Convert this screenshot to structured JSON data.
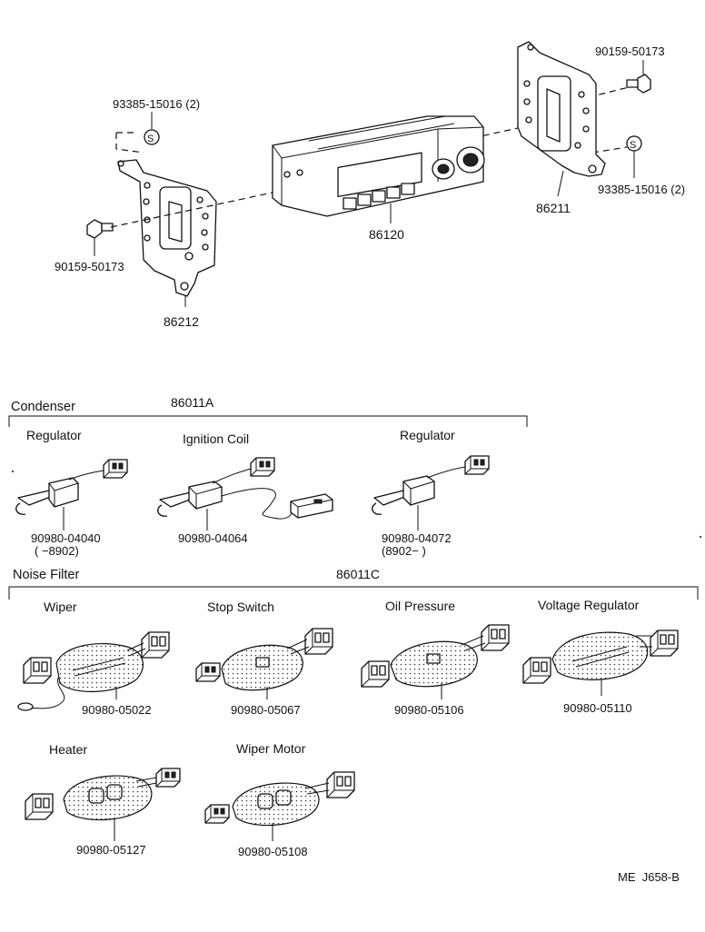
{
  "top": {
    "bolt_part_left": "90159-50173",
    "washer_part_left": "93385-15016 (2)",
    "bracket_left": "86212",
    "radio": "86120",
    "bolt_part_right": "90159-50173",
    "washer_part_right": "93385-15016 (2)",
    "bracket_right": "86211"
  },
  "condenser": {
    "title": "Condenser",
    "kit": "86011A",
    "items": [
      {
        "label": "Regulator",
        "part": "90980-04040",
        "range": "(      −8902)"
      },
      {
        "label": "Ignition Coil",
        "part": "90980-04064"
      },
      {
        "label": "Regulator",
        "part": "90980-04072",
        "range": "(8902−      )"
      }
    ]
  },
  "noise_filter": {
    "title": "Noise Filter",
    "kit": "86011C",
    "items": [
      {
        "label": "Wiper",
        "part": "90980-05022"
      },
      {
        "label": "Stop Switch",
        "part": "90980-05067"
      },
      {
        "label": "Oil Pressure",
        "part": "90980-05106"
      },
      {
        "label": "Voltage Regulator",
        "part": "90980-05110"
      },
      {
        "label": "Heater",
        "part": "90980-05127"
      },
      {
        "label": "Wiper Motor",
        "part": "90980-05108"
      }
    ]
  },
  "footer": {
    "code": "ME  J658-B"
  }
}
